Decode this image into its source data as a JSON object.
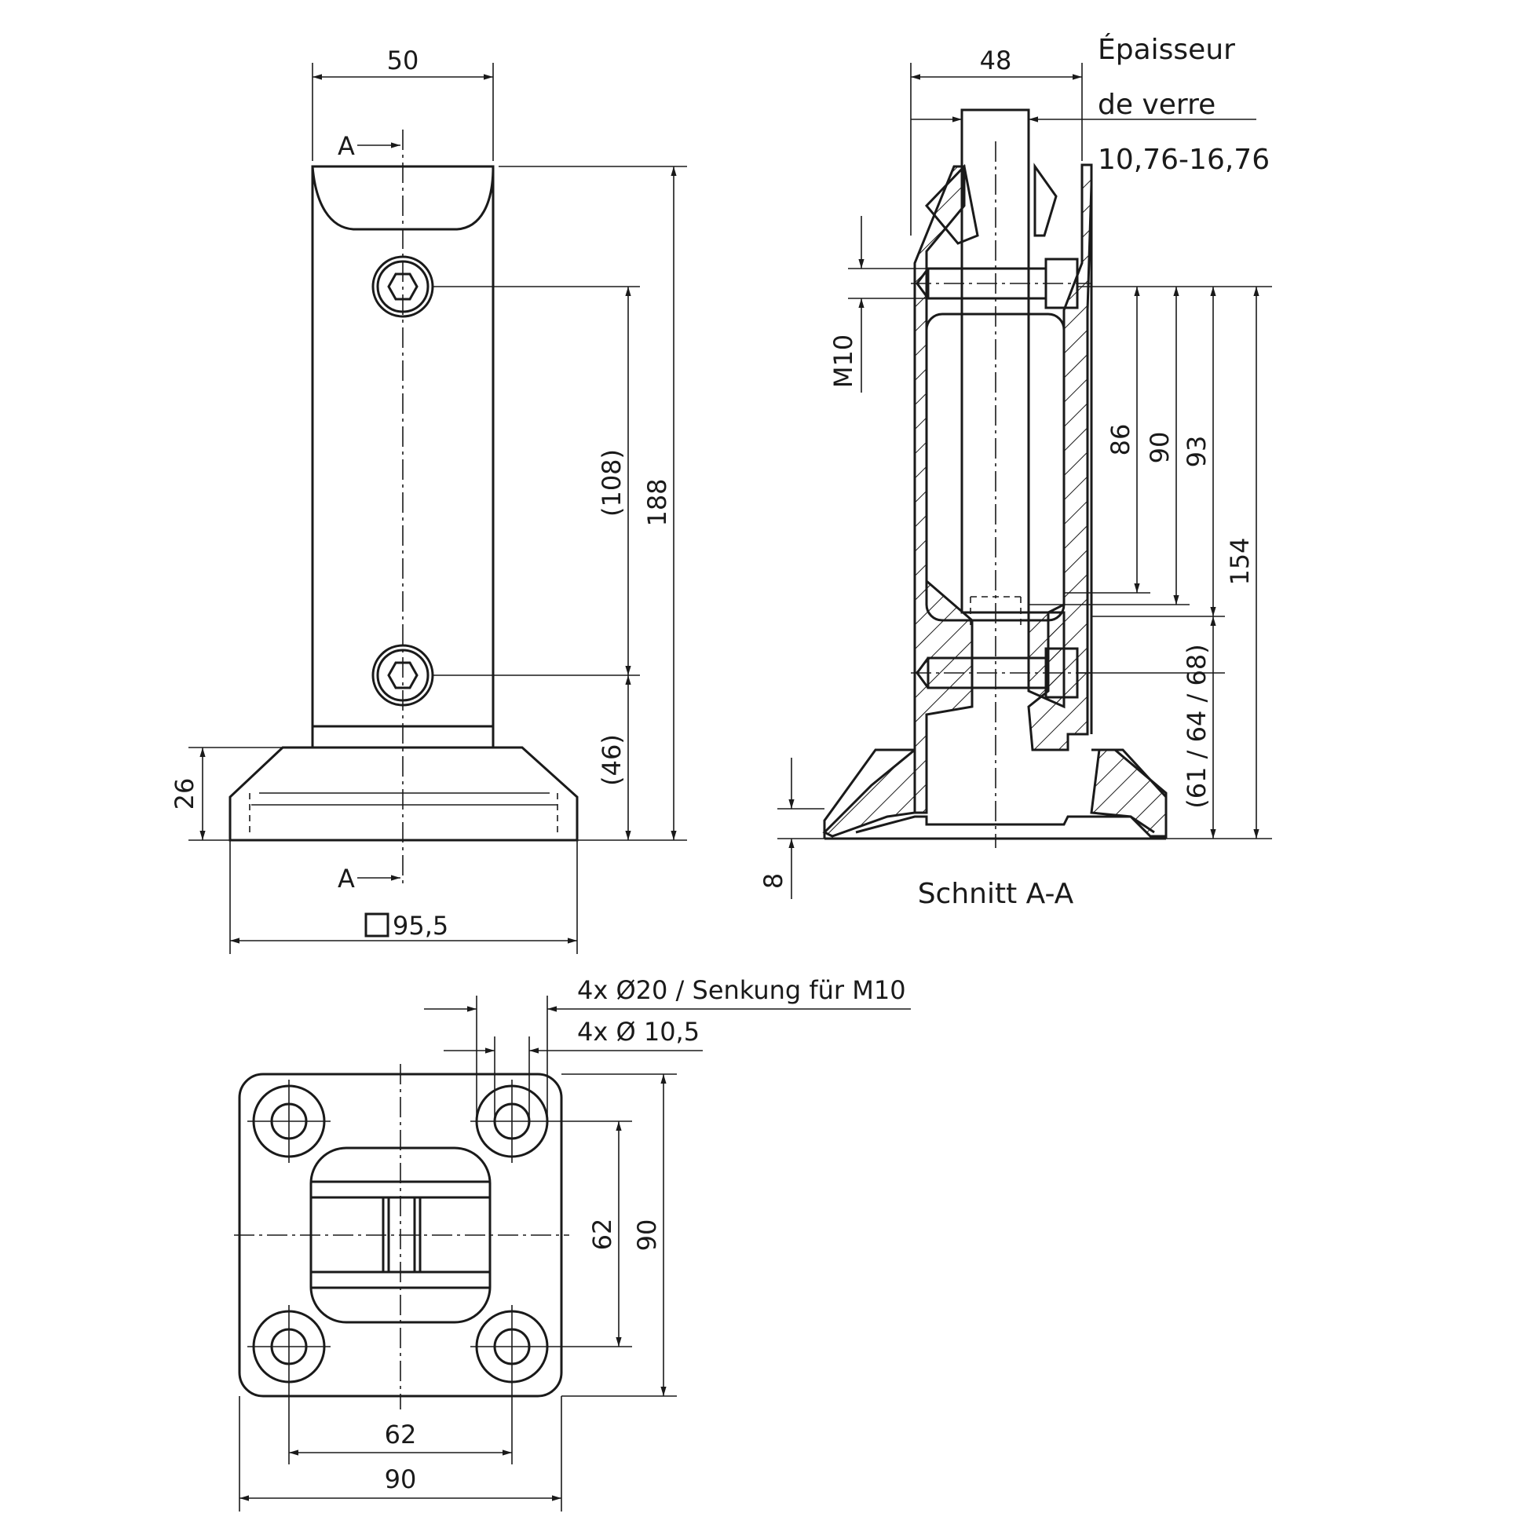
{
  "front_view": {
    "width_label": "50",
    "height_total_label": "188",
    "hole_spacing_label": "(108)",
    "lower_label": "(46)",
    "base_height_label": "26",
    "base_square_label": "95,5",
    "section_mark_top": "A",
    "section_mark_bottom": "A"
  },
  "section_view": {
    "width_label": "48",
    "glass_note_line1": "Épaisseur",
    "glass_note_line2": "de verre",
    "glass_note_line3": "10,76-16,76",
    "thread_label": "M10",
    "dim_86": "86",
    "dim_90": "90",
    "dim_93": "93",
    "dim_154": "154",
    "dim_range": "(61 / 64 / 68)",
    "dim_8": "8",
    "caption": "Schnitt A-A"
  },
  "bottom_view": {
    "counterbore_note": "4x Ø20 / Senkung für M10",
    "hole_note": "4x Ø 10,5",
    "hole_spacing_h": "62",
    "outer_width": "90",
    "hole_spacing_v": "62",
    "outer_height": "90"
  }
}
